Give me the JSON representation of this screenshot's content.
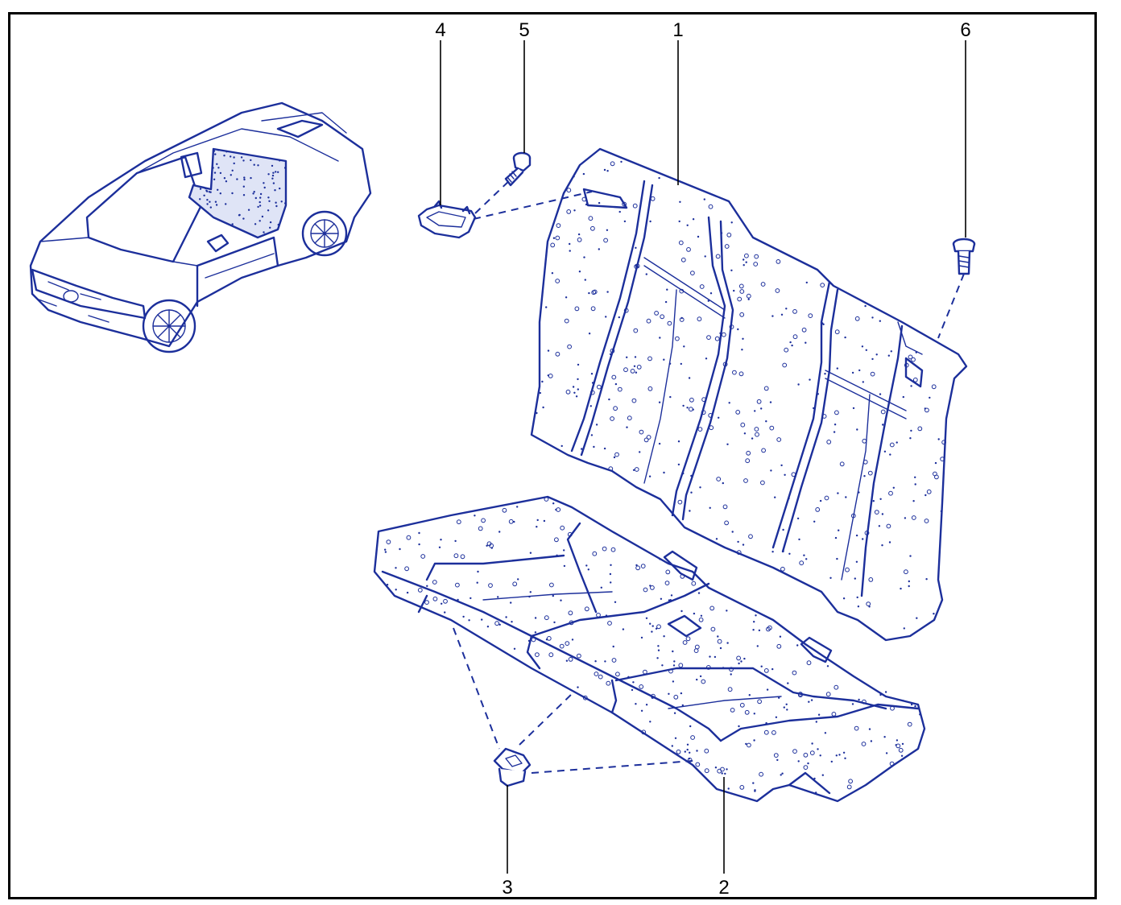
{
  "diagram": {
    "callouts": [
      {
        "id": "1",
        "label": "1"
      },
      {
        "id": "2",
        "label": "2"
      },
      {
        "id": "3",
        "label": "3"
      },
      {
        "id": "4",
        "label": "4"
      },
      {
        "id": "5",
        "label": "5"
      },
      {
        "id": "6",
        "label": "6"
      }
    ]
  },
  "colors": {
    "ink": "#1c2f9b",
    "frame": "#000000",
    "background": "#ffffff"
  }
}
